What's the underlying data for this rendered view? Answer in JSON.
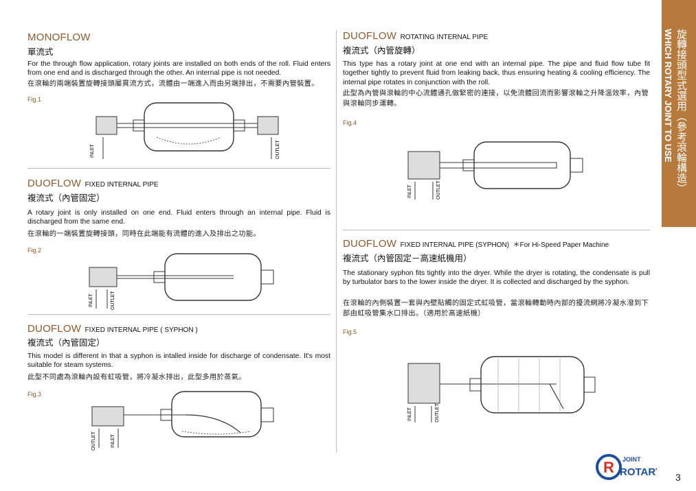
{
  "monoflow": {
    "title": "MONOFLOW",
    "subtitle": "",
    "zh_title": "單流式",
    "en_text": "For the through flow application, rotary joints are installed on both ends of the roll. Fluid enters from one end and is discharged through the other. An internal pipe is not needed.",
    "zh_text": "在滾輪的兩端裝置旋轉接頭屬貫流方式，流體由一端進入而由另端排出，不需要內管裝置。",
    "fig": "Fig.1",
    "labels": {
      "inlet": "INLET",
      "outlet": "OUTLET"
    }
  },
  "duoflow_fixed": {
    "title": "DUOFLOW",
    "subtitle": "FIXED INTERNAL PIPE",
    "zh_title": "複流式（內管固定）",
    "en_text": "A rotary joint is only installed on one end. Fluid enters through an internal pipe. Fluid is discharged from the same end.",
    "zh_text": "在滾輪的一端裝置旋轉接頭，同時在此端能有流體的進入及排出之功能。",
    "fig": "Fig.2",
    "labels": {
      "inlet": "INLET",
      "outlet": "OUTLET"
    }
  },
  "duoflow_syphon": {
    "title": "DUOFLOW",
    "subtitle": "FIXED INTERNAL PIPE ( SYPHON )",
    "zh_title": "複流式（內管固定）",
    "en_text": "This model is different in that a syphon is intalled inside for discharge of condensate. It's most suitable for steam systems.",
    "zh_text": "此型不同處為滾輪內設有虹吸管，將冷凝水排出，此型多用於蒸氣。",
    "fig": "Fig.3",
    "labels": {
      "inlet": "INLET",
      "outlet": "OUTLET"
    }
  },
  "duoflow_rotating": {
    "title": "DUOFLOW",
    "subtitle": "ROTATING INTERNAL PIPE",
    "zh_title": "複流式（內管旋轉）",
    "en_text": "This type has a rotary joint at one end with an internal pipe. The pipe and fluid flow tube fit together tightly to prevent fluid from leaking back, thus ensuring heating & cooling efficiency. The internal pipe rotates in conjunction with the roll.",
    "zh_text": "此型為內管與滾輪的中心流體通孔做緊密的連接，以免流體回流而影響滾輪之升降溫效率，內管與滾輪同步運轉。",
    "fig": "Fig.4",
    "labels": {
      "inlet": "INLET",
      "outlet": "OUTLET"
    }
  },
  "duoflow_paper": {
    "title": "DUOFLOW",
    "subtitle": "FIXED INTERNAL PIPE (SYPHON)",
    "note": "＊For Hi-Speed Paper Machine",
    "zh_title": "複流式（內管固定－高速紙機用）",
    "en_text": "The stationary syphon fits tightly into the dryer. While the dryer is rotating, the condensate is pull by turbulator bars to the lower inside the dryer. It is collected  and discharged by the syphon.",
    "zh_text": "在滾輪的內側裝置一套與內壁貼觸的固定式虹吸管，當滾輪轉動時內部的擾流網將冷凝水潑到下部由虹吸管集水口排出。（適用於高速紙機）",
    "fig": "Fig.5",
    "labels": {
      "inlet": "INLET",
      "outlet": "OUTLET"
    }
  },
  "side_tab": {
    "zh": "旋轉接頭型式選用（參考滾輪構造）",
    "en": "WHICH ROTARY JOINT TO USE"
  },
  "logo": {
    "top": "JOINT",
    "main": "ROTARY",
    "letter": "R"
  },
  "page_number": "3",
  "colors": {
    "accent": "#b77a3d",
    "title": "#8a5a2e",
    "logo_blue": "#1f4e9c",
    "logo_red": "#d0322b"
  }
}
